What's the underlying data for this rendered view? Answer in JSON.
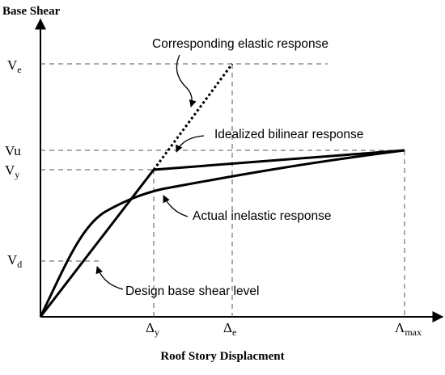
{
  "axes": {
    "y_title": "Base Shear",
    "x_title": "Roof Story Displacment"
  },
  "y_levels": [
    {
      "id": "ve",
      "main": "V",
      "sub": "e"
    },
    {
      "id": "vu",
      "main": "Vu",
      "sub": ""
    },
    {
      "id": "vy",
      "main": "V",
      "sub": "y"
    },
    {
      "id": "vd",
      "main": "V",
      "sub": "d"
    }
  ],
  "x_levels": [
    {
      "id": "dy",
      "main": "Δ",
      "sub": "y"
    },
    {
      "id": "de",
      "main": "Δ",
      "sub": "e"
    },
    {
      "id": "dmax",
      "main": "Λ",
      "sub": "max"
    }
  ],
  "annotations": {
    "elastic": "Corresponding elastic response",
    "bilinear": "Idealized bilinear response",
    "actual": "Actual inelastic response",
    "design": "Design base shear level"
  }
}
